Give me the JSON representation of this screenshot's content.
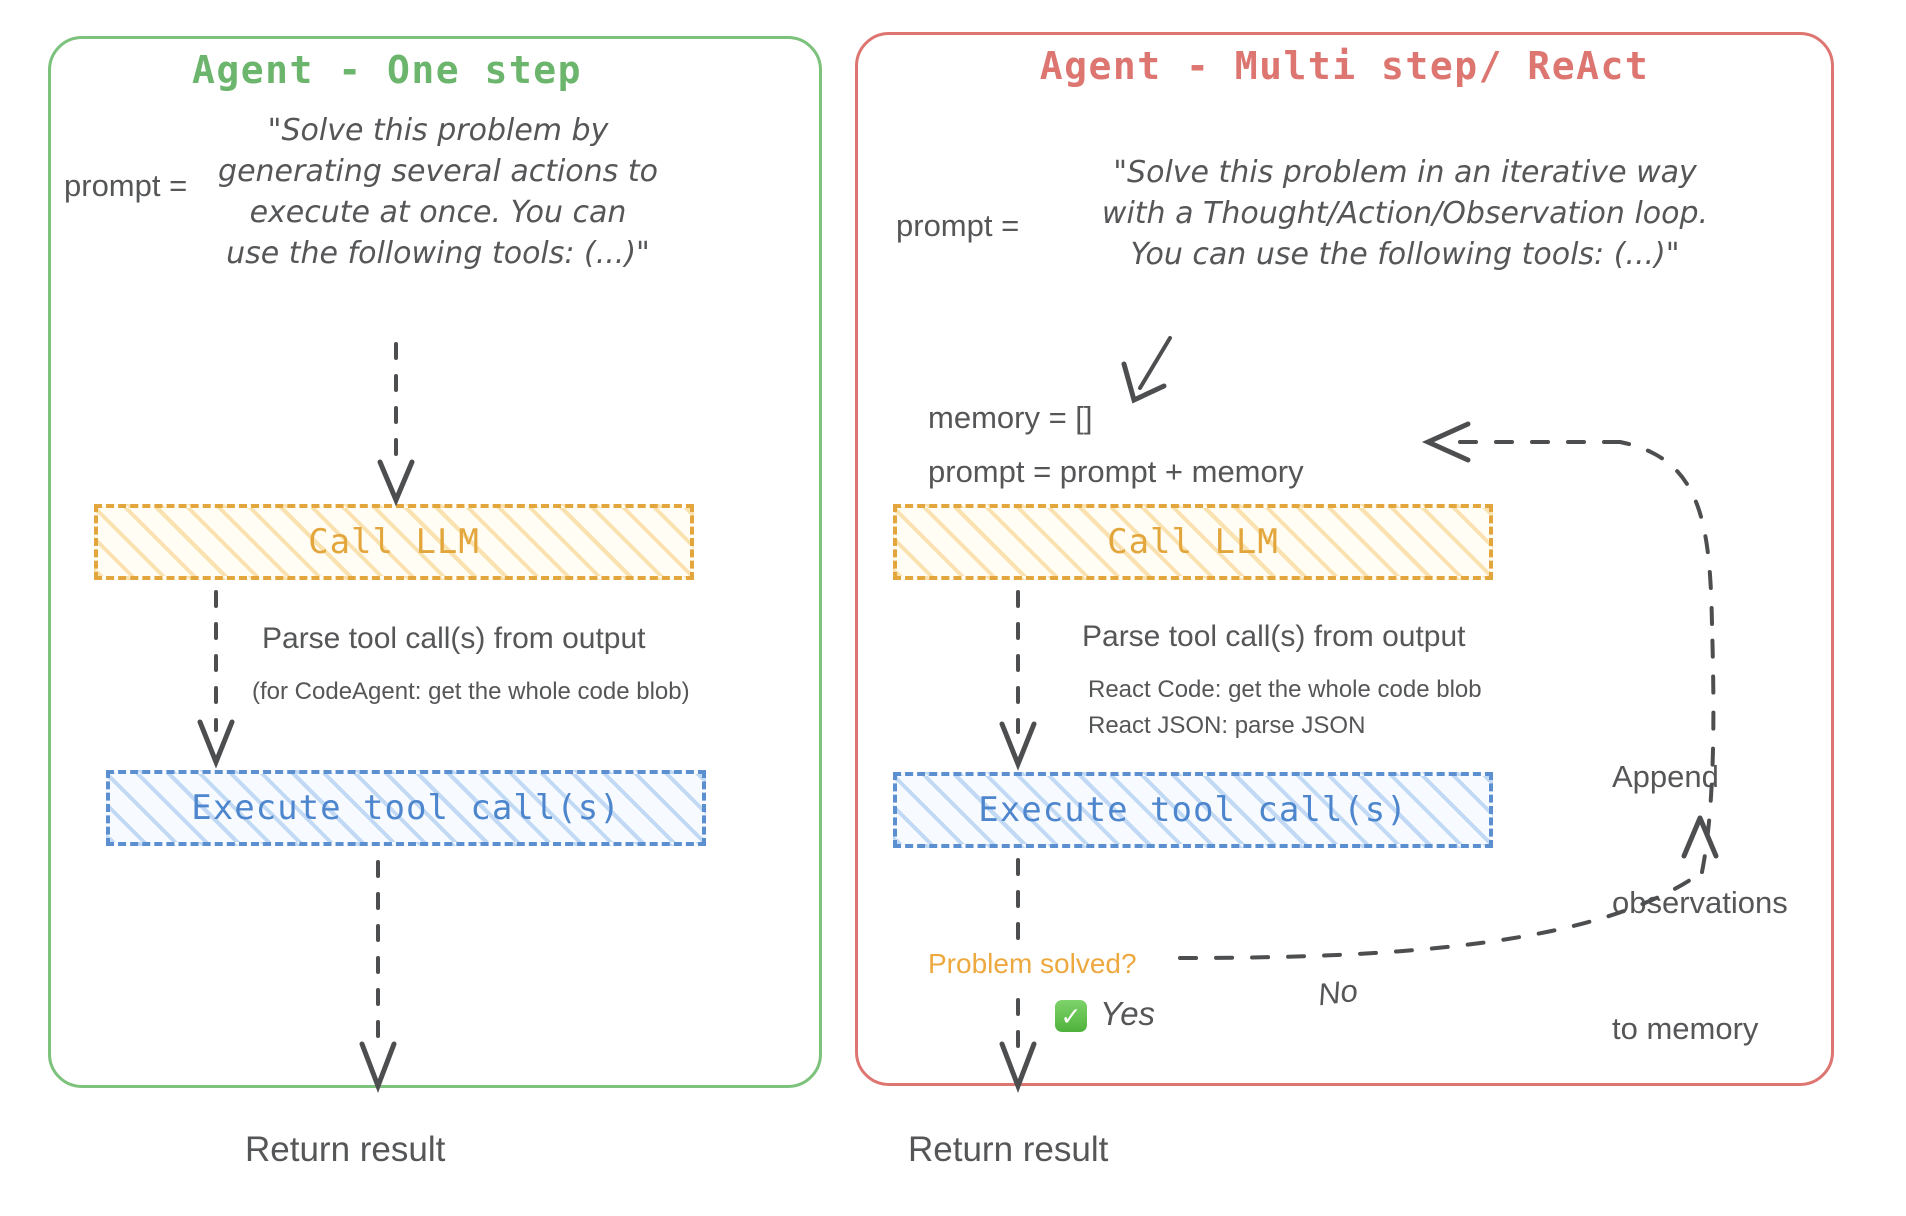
{
  "panels": [
    {
      "id": "one-step",
      "title": "Agent - One step",
      "accent": "#6cb56c",
      "prompt_label": "prompt =",
      "prompt_text": "\"Solve this problem by generating several actions to execute at once. You can use the following tools: (...)\"",
      "prompt_lines": [
        "\"Solve this problem by",
        "generating several actions to",
        "execute at once. You can",
        "use the following tools: (...)\""
      ],
      "llm_box": "Call LLM",
      "parse_primary": "Parse tool call(s) from output",
      "parse_secondary_lines": [
        "(for CodeAgent: get the whole code blob)"
      ],
      "exec_box": "Execute tool call(s)",
      "return_label": "Return result"
    },
    {
      "id": "react",
      "title": "Agent - Multi step/ ReAct",
      "accent": "#dd7571",
      "prompt_label": "prompt =",
      "prompt_text": "\"Solve this problem in an iterative way with a Thought/Action/Observation loop. You can use the following tools: (...)\"",
      "prompt_lines": [
        "\"Solve this problem in an iterative way",
        "with a Thought/Action/Observation loop.",
        "You can use the following tools: (...)\""
      ],
      "memory_init": "memory = []",
      "prompt_concat": "prompt = prompt + memory",
      "llm_box": "Call LLM",
      "parse_primary": "Parse tool call(s) from output",
      "parse_secondary_lines": [
        "React Code: get the whole code blob",
        "React JSON: parse JSON"
      ],
      "exec_box": "Execute tool call(s)",
      "decision": "Problem solved?",
      "decision_color": "#eda93f",
      "yes_label": "Yes",
      "yes_icon": "check-mark-button-emoji",
      "no_label": "No",
      "append_lines": [
        "Append",
        "observations",
        "to memory"
      ],
      "return_label": "Return result"
    }
  ],
  "colors": {
    "green_border": "#7cc17c",
    "red_border": "#dd7571",
    "llm_box_stroke": "#e3a63c",
    "llm_box_text": "#e3a63c",
    "exec_box_stroke": "#5b8fd0",
    "exec_box_text": "#4e86cd",
    "body_text": "#555658",
    "arrow": "#4d4e50",
    "yes_badge_green": "#4fb23c"
  }
}
